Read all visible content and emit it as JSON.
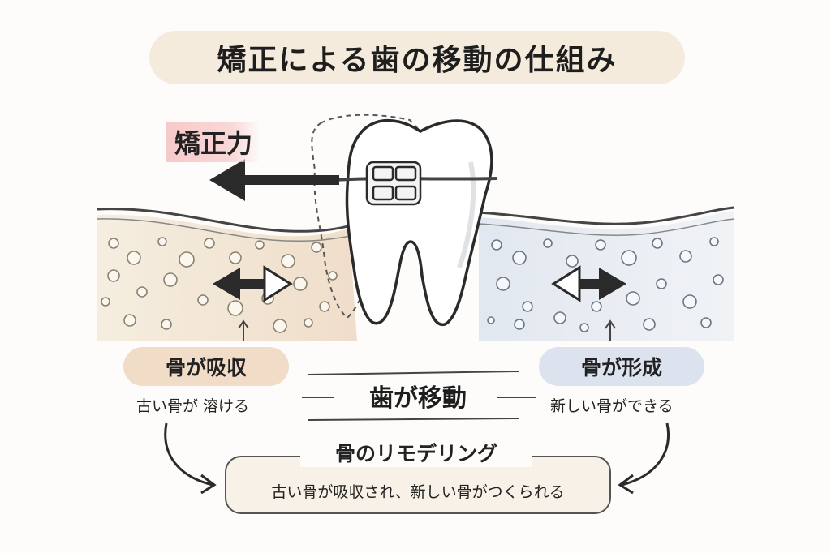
{
  "title": "矯正による歯の移動の仕組み",
  "force_label": "矯正力",
  "left": {
    "label": "骨が吸収",
    "description": "古い骨が 溶ける"
  },
  "right": {
    "label": "骨が形成",
    "description": "新しい骨ができる"
  },
  "center_label": "歯が移動",
  "remodeling": {
    "title": "骨のリモデリング",
    "description": "古い骨が吸収され、新しい骨がつくられる"
  },
  "colors": {
    "resorption": "#f1dcc8",
    "formation": "#dde3ee",
    "force_highlight": "#f7c9c9",
    "title_bg": "#f5ebdd"
  }
}
